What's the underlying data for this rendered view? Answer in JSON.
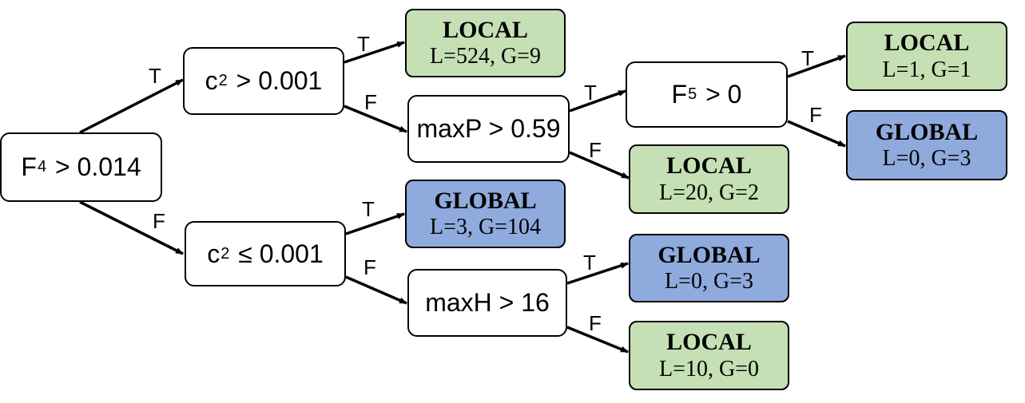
{
  "colors": {
    "local": "#c5e0b4",
    "global": "#8faadc",
    "edge": "#000000"
  },
  "nodes": {
    "root": {
      "var": "F",
      "sub": "4",
      "op": ">",
      "val": "0.014"
    },
    "c2_gt": {
      "var": "c",
      "sub": "2",
      "op": ">",
      "val": "0.001"
    },
    "c2_le": {
      "var": "c",
      "sub": "2",
      "op": "≤",
      "val": "0.001"
    },
    "maxp": {
      "text": "maxP > 0.59"
    },
    "maxh": {
      "text": "maxH > 16"
    },
    "f5": {
      "var": "F",
      "sub": "5",
      "op": ">",
      "val": "0"
    }
  },
  "leaves": {
    "leaf1": {
      "cls": "LOCAL",
      "counts": "L=524, G=9"
    },
    "leaf2": {
      "cls": "LOCAL",
      "counts": "L=1, G=1"
    },
    "leaf3": {
      "cls": "GLOBAL",
      "counts": "L=0, G=3"
    },
    "leaf4": {
      "cls": "LOCAL",
      "counts": "L=20, G=2"
    },
    "leaf5": {
      "cls": "GLOBAL",
      "counts": "L=3, G=104"
    },
    "leaf6": {
      "cls": "GLOBAL",
      "counts": "L=0, G=3"
    },
    "leaf7": {
      "cls": "LOCAL",
      "counts": "L=10, G=0"
    }
  },
  "edge_labels": {
    "true": "T",
    "false": "F"
  }
}
